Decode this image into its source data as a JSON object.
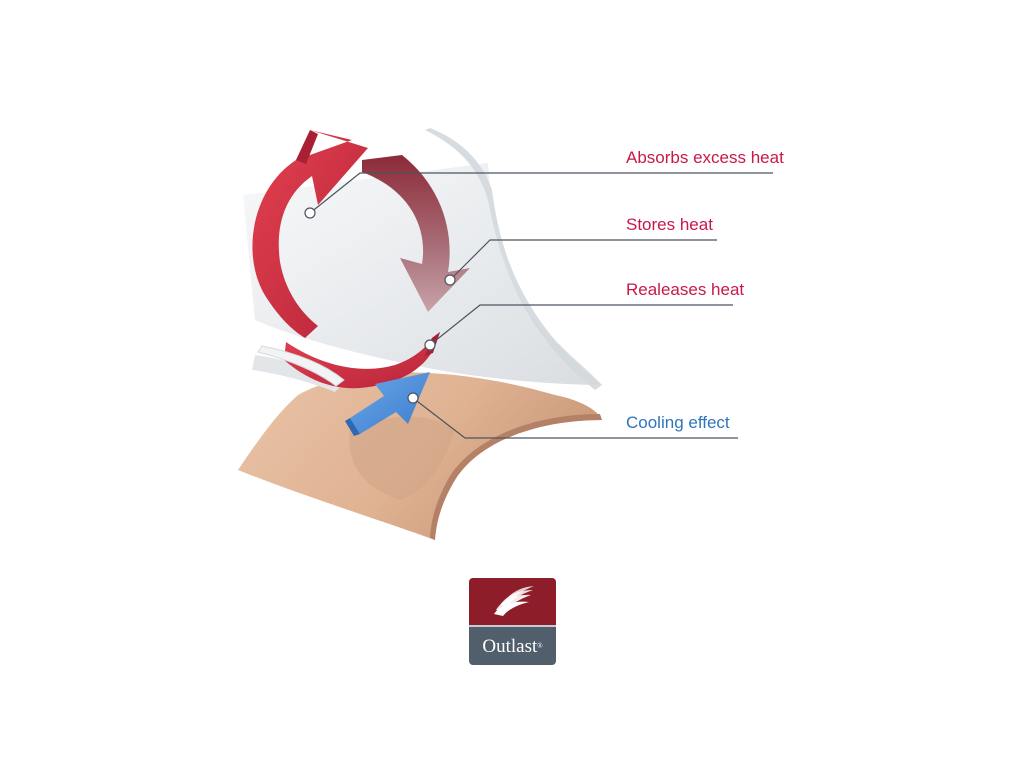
{
  "labels": {
    "absorbs": "Absorbs excess heat",
    "stores": "Stores heat",
    "releases": "Realeases heat",
    "cooling": "Cooling effect"
  },
  "colors": {
    "label_red": "#c8184a",
    "label_blue": "#2f74bd",
    "arrow_red": "#d0303f",
    "arrow_dark_red": "#8c2432",
    "arrow_blue": "#4c8fd8",
    "skin": "#e2b79a",
    "fabric": "#eceff2",
    "leader_line": "#4a5560",
    "logo_top": "#8e1d2a",
    "logo_bottom": "#515e6b"
  },
  "logo": {
    "word": "Outlast",
    "mark": "®"
  },
  "icons": {
    "cycle": "circular-heat-arrow-icon",
    "cooling": "cooling-arrow-icon",
    "logo_mark": "outlast-wave-icon"
  }
}
